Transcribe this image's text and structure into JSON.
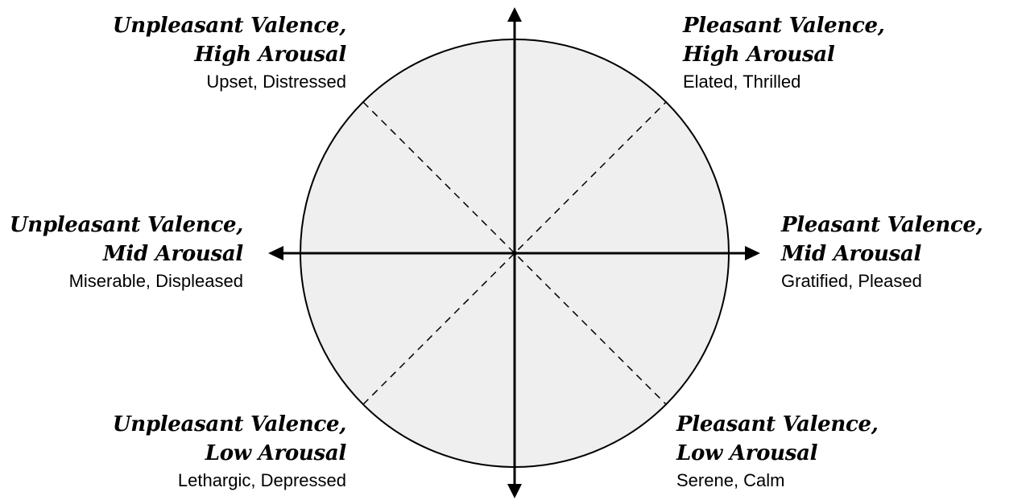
{
  "quadrants": {
    "unpleasant_high": {
      "line1": "Unpleasant Valence,",
      "line2": "High Arousal",
      "examples": "Upset, Distressed"
    },
    "pleasant_high": {
      "line1": "Pleasant Valence,",
      "line2": "High Arousal",
      "examples": "Elated, Thrilled"
    },
    "unpleasant_mid": {
      "line1": "Unpleasant Valence,",
      "line2": "Mid Arousal",
      "examples": "Miserable, Displeased"
    },
    "pleasant_mid": {
      "line1": "Pleasant Valence,",
      "line2": "Mid Arousal",
      "examples": "Gratified, Pleased"
    },
    "unpleasant_low": {
      "line1": "Unpleasant Valence,",
      "line2": "Low Arousal",
      "examples": "Lethargic, Depressed"
    },
    "pleasant_low": {
      "line1": "Pleasant Valence,",
      "line2": "Low Arousal",
      "examples": "Serene, Calm"
    }
  },
  "colors": {
    "circle_fill": "#efefef",
    "stroke": "#000000"
  }
}
